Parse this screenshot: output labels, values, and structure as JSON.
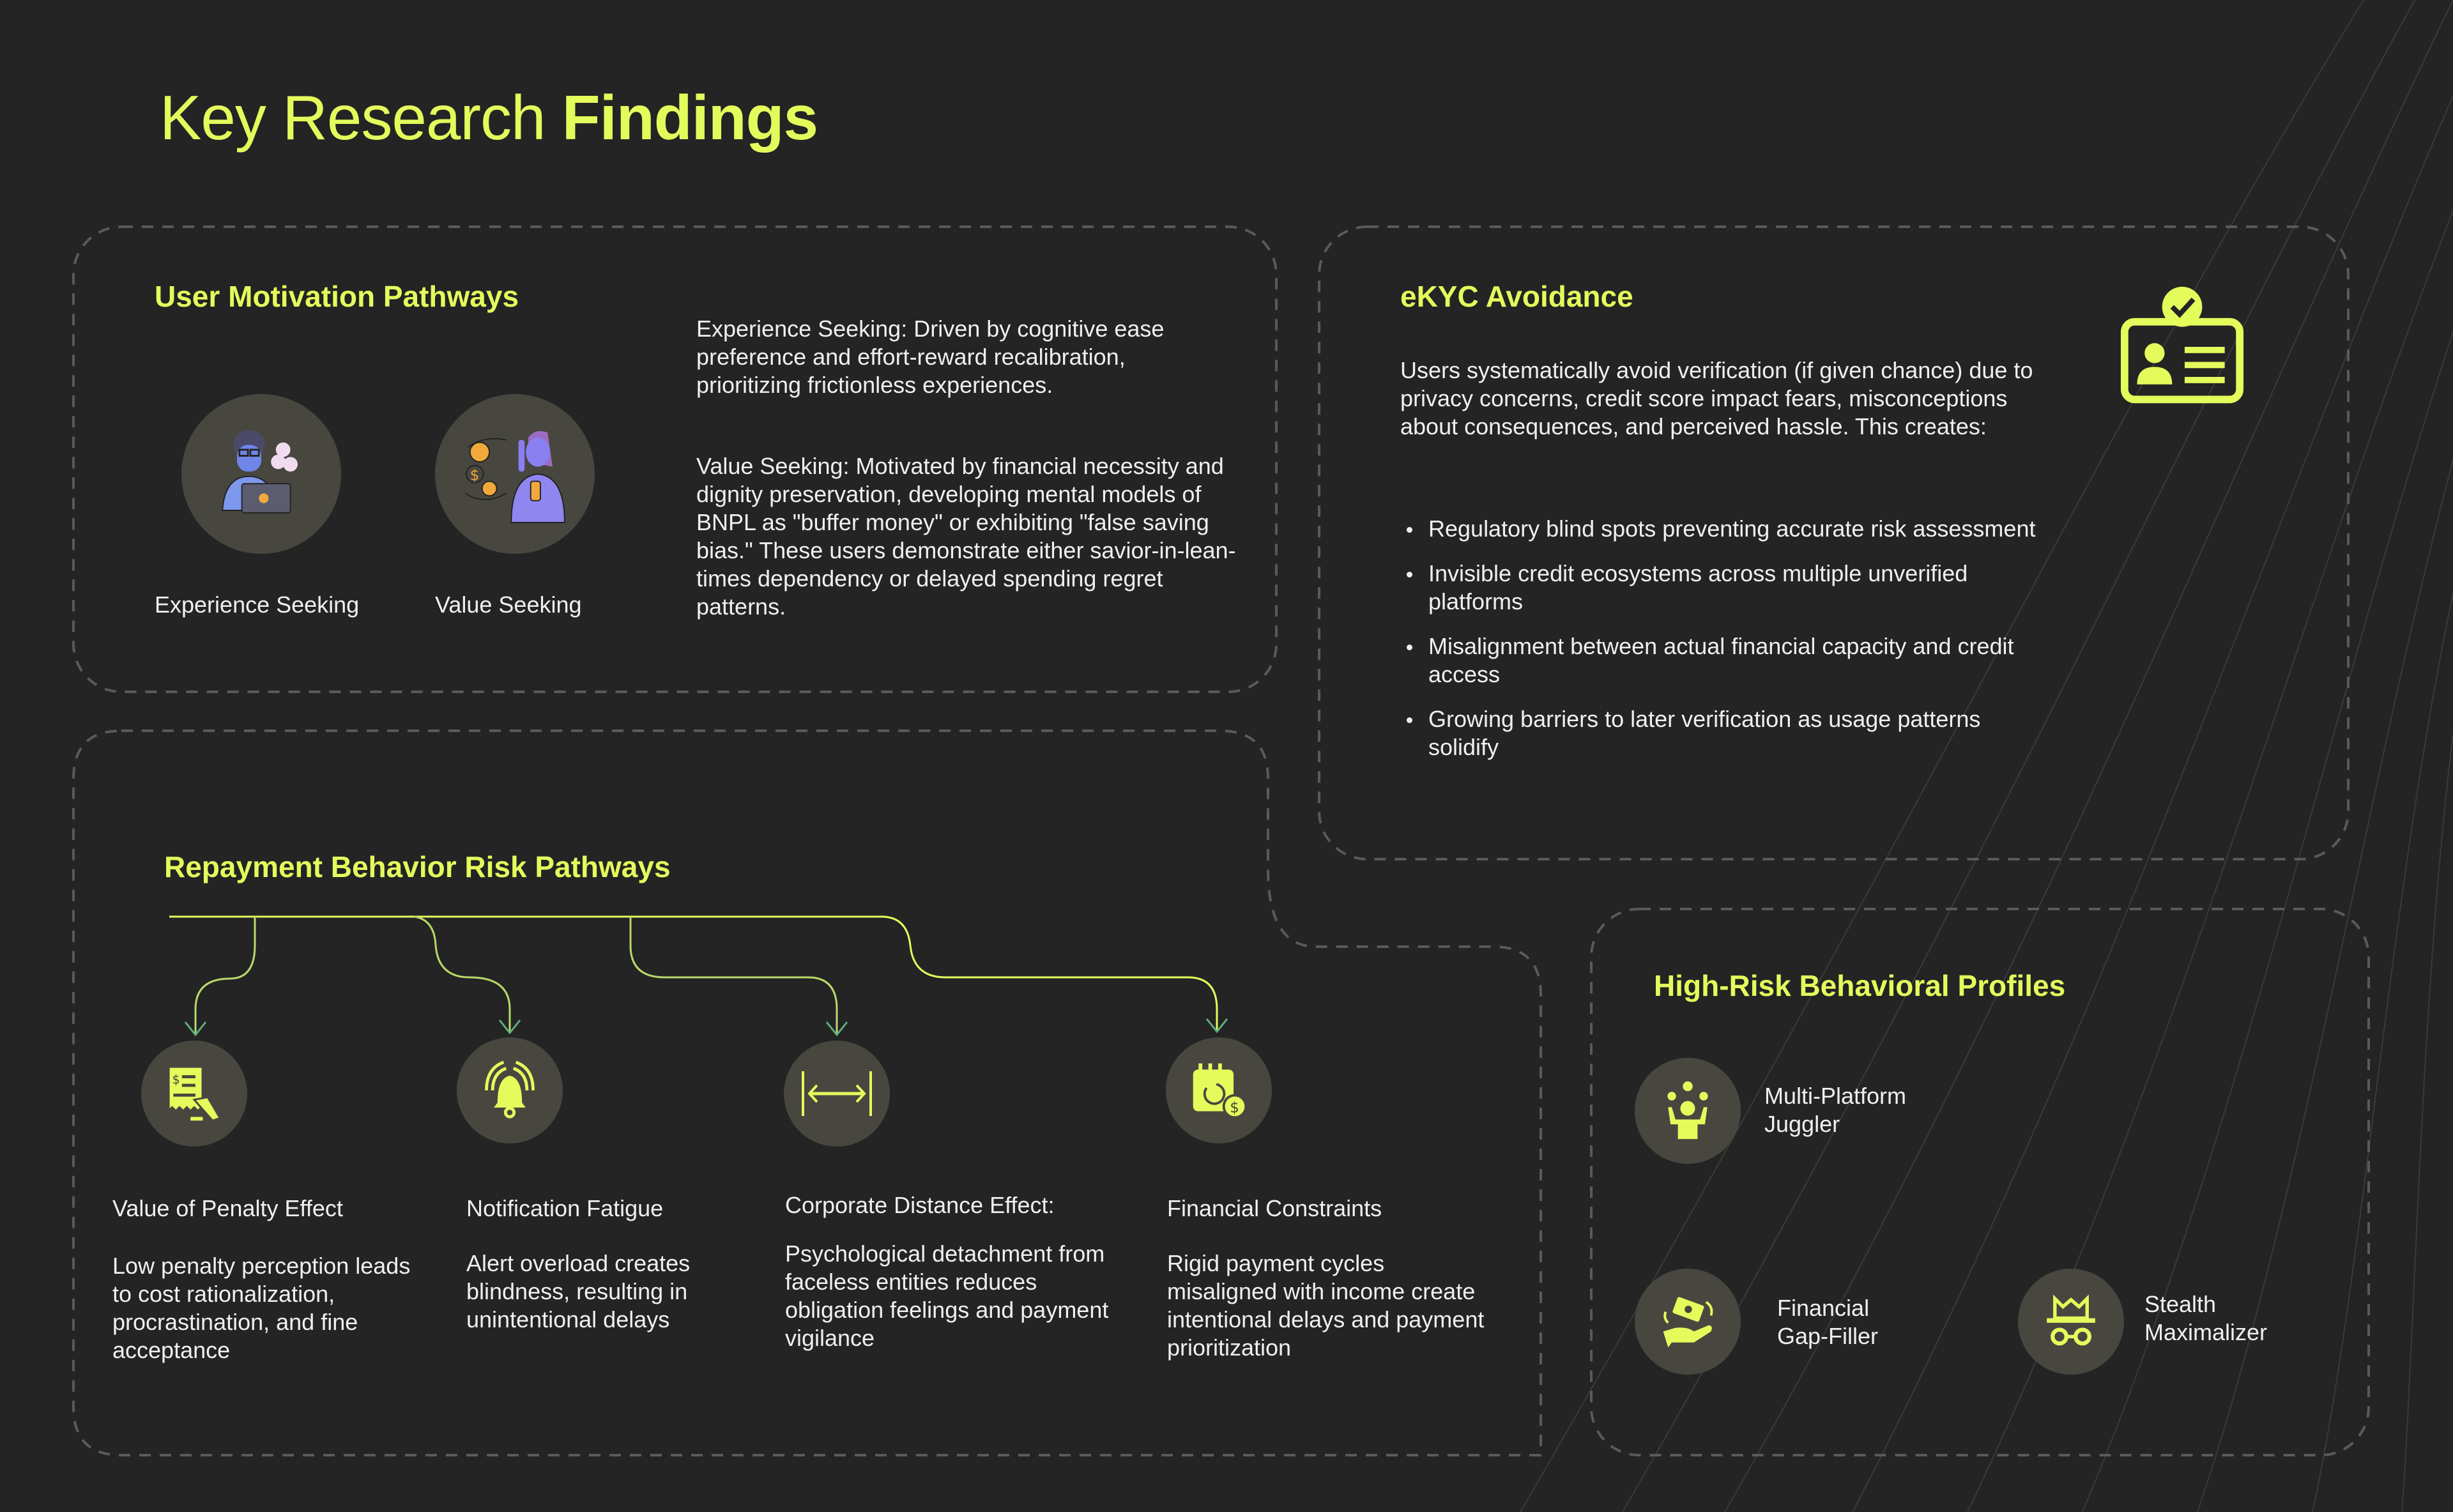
{
  "title": {
    "light": "Key Research",
    "bold": "Findings"
  },
  "colors": {
    "accent": "#e4fb5c",
    "background": "#242424",
    "icon_bg": "#48473f",
    "arrow": "#5fae7e"
  },
  "motivation": {
    "heading": "User Motivation Pathways",
    "personas": [
      {
        "label": "Experience Seeking",
        "icon": "developer-laptop-illustration"
      },
      {
        "label": "Value Seeking",
        "icon": "woman-phone-money-illustration"
      }
    ],
    "paragraphs": [
      "Experience Seeking: Driven by cognitive ease preference and effort-reward recalibration, prioritizing frictionless experiences.",
      "Value Seeking: Motivated by financial necessity and dignity preservation, developing mental models of BNPL as \"buffer money\" or exhibiting \"false saving bias.\" These users demonstrate either savior-in-lean-times dependency or delayed spending regret patterns."
    ]
  },
  "ekyc": {
    "heading": "eKYC Avoidance",
    "icon": "id-card-check-icon",
    "intro": "Users systematically avoid verification (if given chance) due to privacy concerns, credit score impact fears, misconceptions about consequences, and perceived hassle. This creates:",
    "bullets": [
      "Regulatory blind spots preventing accurate risk assessment",
      "Invisible credit ecosystems across multiple unverified platforms",
      "Misalignment between actual financial capacity and credit access",
      "Growing barriers to later verification as usage patterns solidify"
    ]
  },
  "repayment": {
    "heading": "Repayment Behavior Risk Pathways",
    "items": [
      {
        "title": "Value of Penalty Effect",
        "icon": "receipt-hand-icon",
        "desc": "Low penalty perception leads to cost rationalization, procrastination, and fine acceptance"
      },
      {
        "title": "Notification Fatigue",
        "icon": "ringing-bell-icon",
        "desc": "Alert overload creates blindness, resulting in unintentional delays"
      },
      {
        "title": "Corporate Distance Effect:",
        "icon": "distance-arrows-icon",
        "desc": "Psychological detachment from faceless entities reduces obligation feelings and payment vigilance"
      },
      {
        "title": "Financial Constraints",
        "icon": "calendar-payment-icon",
        "desc": "Rigid payment cycles misaligned with income create intentional delays and payment prioritization"
      }
    ]
  },
  "profiles": {
    "heading": "High-Risk Behavioral Profiles",
    "items": [
      {
        "label": "Multi-Platform Juggler",
        "icon": "juggler-icon"
      },
      {
        "label": "Financial Gap-Filler",
        "icon": "money-hand-icon"
      },
      {
        "label": "Stealth Maximalizer",
        "icon": "incognito-icon"
      }
    ]
  }
}
